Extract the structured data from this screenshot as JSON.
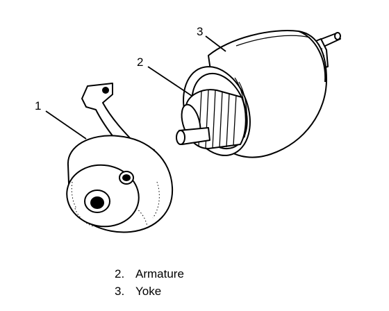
{
  "callouts": {
    "one": "1",
    "two": "2",
    "three": "3"
  },
  "legend": [
    {
      "number": "2.",
      "label": "Armature"
    },
    {
      "number": "3.",
      "label": "Yoke"
    }
  ]
}
